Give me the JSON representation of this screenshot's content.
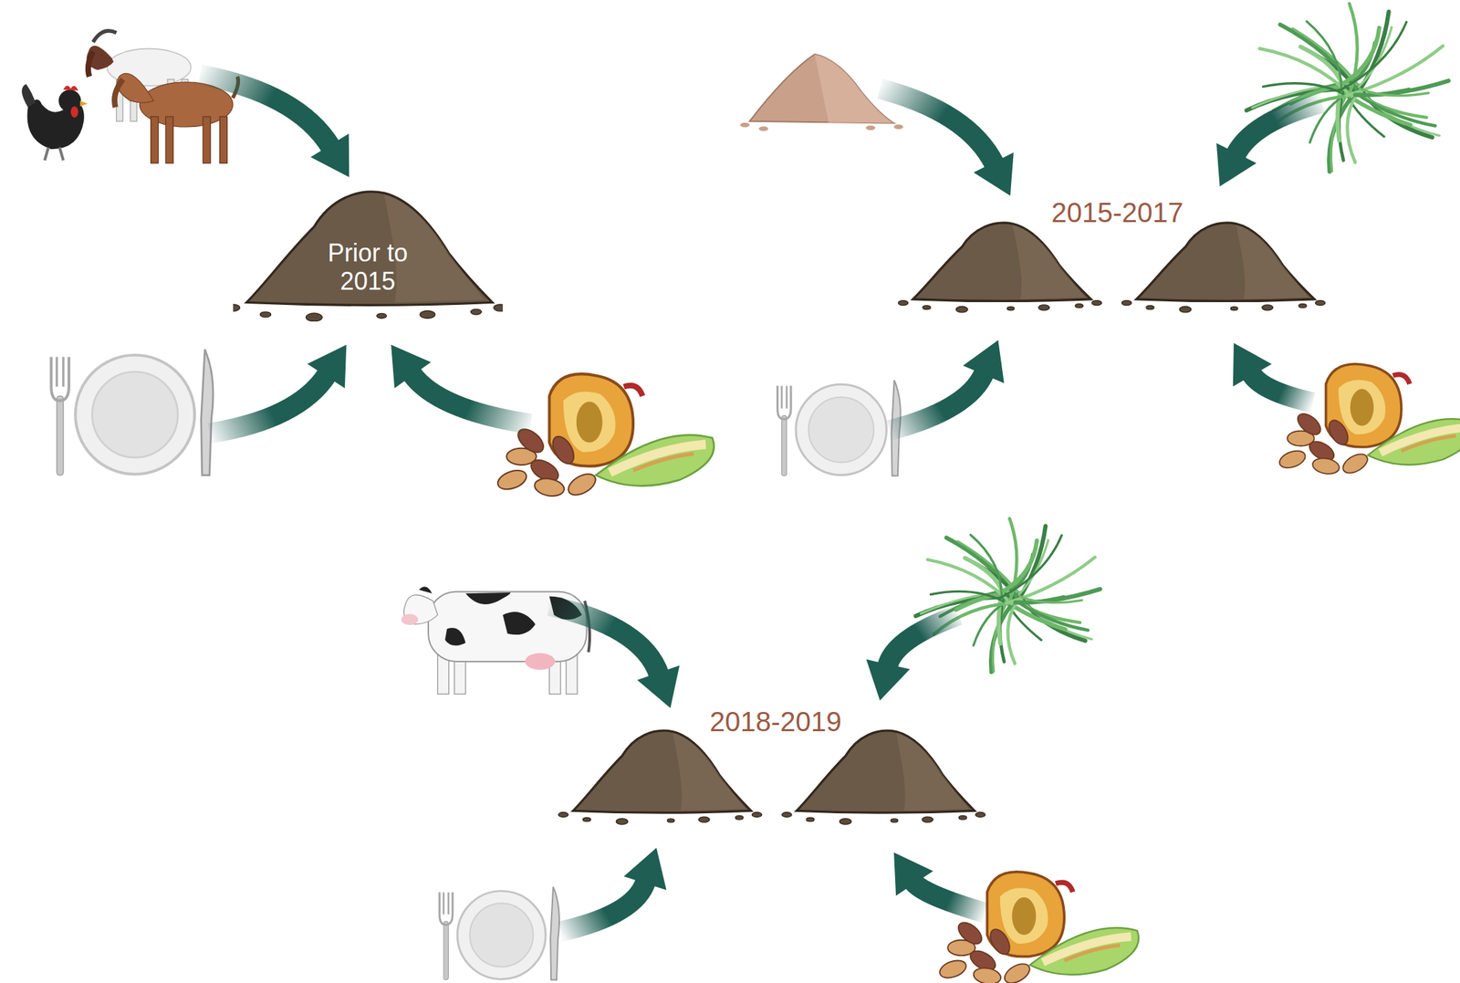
{
  "diagram": {
    "nodes": [
      {
        "text": [
          "Prior to 2015"
        ]
      }
    ],
    "labels": [
      "2015-2017",
      "2018-2019"
    ]
  }
}
